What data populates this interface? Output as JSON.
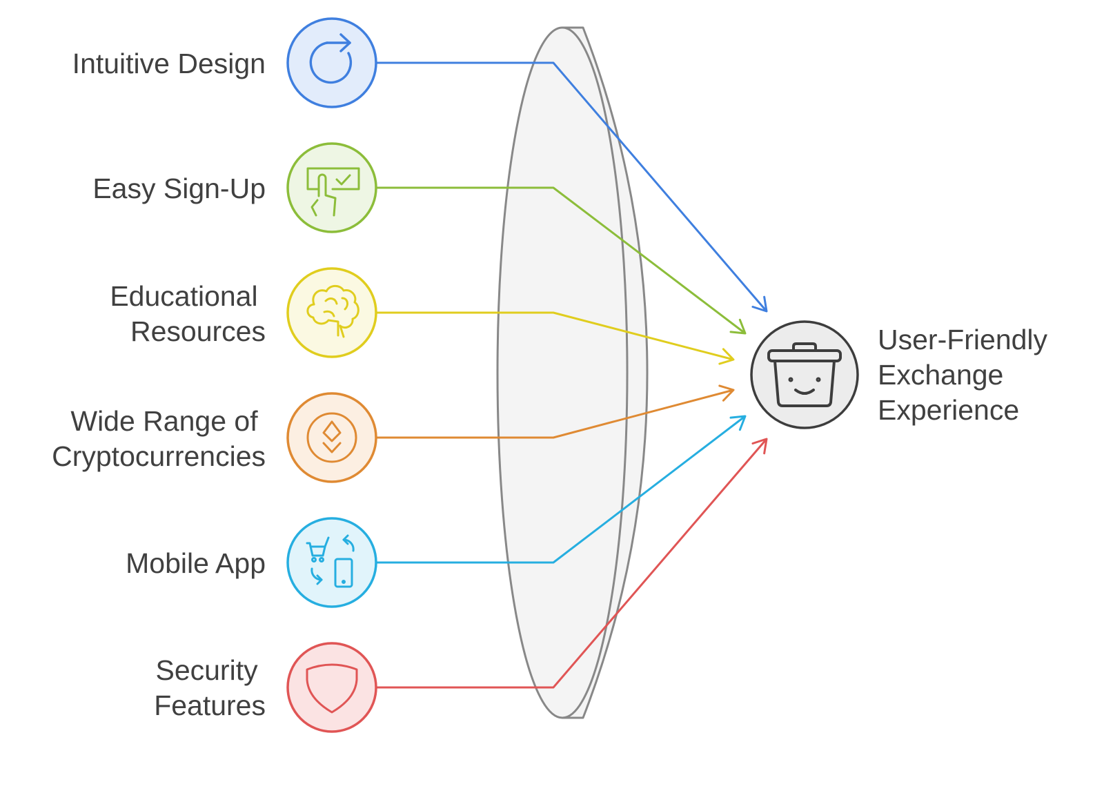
{
  "diagram": {
    "lens_colors": {
      "fill": "#f4f4f4",
      "stroke": "#888888"
    },
    "inputs": [
      {
        "lines": [
          "Intuitive Design"
        ],
        "icon": "refresh-icon",
        "stroke": "#3f7fdf",
        "fill": "#e2ecfb"
      },
      {
        "lines": [
          "Easy Sign-Up"
        ],
        "icon": "touch-checkbox-icon",
        "stroke": "#8cbd3a",
        "fill": "#eef6e4"
      },
      {
        "lines": [
          "Educational",
          "Resources"
        ],
        "icon": "brain-icon",
        "stroke": "#e0cd1e",
        "fill": "#fbf9e2"
      },
      {
        "lines": [
          "Wide Range of",
          "Cryptocurrencies"
        ],
        "icon": "ethereum-coin-icon",
        "stroke": "#df8a33",
        "fill": "#fcefe2"
      },
      {
        "lines": [
          "Mobile App"
        ],
        "icon": "cart-phone-exchange-icon",
        "stroke": "#26aee0",
        "fill": "#e1f4fb"
      },
      {
        "lines": [
          "Security",
          "Features"
        ],
        "icon": "shield-icon",
        "stroke": "#e05555",
        "fill": "#fbe3e3"
      }
    ],
    "output": {
      "lines": [
        "User-Friendly",
        "Exchange",
        "Experience"
      ],
      "icon": "smiling-basket-icon",
      "stroke": "#3d3d3d",
      "fill": "#ececec"
    }
  }
}
